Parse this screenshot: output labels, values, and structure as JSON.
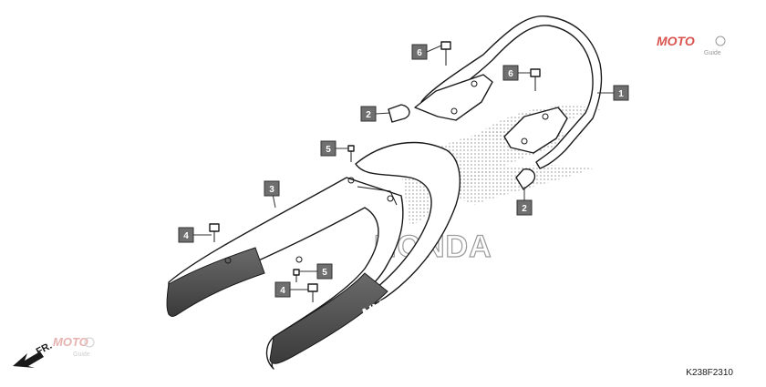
{
  "diagram": {
    "code": "K238F2310",
    "brand_watermark": "HONDA",
    "model_script": "NVX",
    "front_arrow": "FR.",
    "corner_logo": "MOTO",
    "corner_logo_sub": "Guide",
    "callouts": [
      {
        "id": "c1",
        "label": "1"
      },
      {
        "id": "c2a",
        "label": "2"
      },
      {
        "id": "c2b",
        "label": "2"
      },
      {
        "id": "c3",
        "label": "3"
      },
      {
        "id": "c4a",
        "label": "4"
      },
      {
        "id": "c4b",
        "label": "4"
      },
      {
        "id": "c5a",
        "label": "5"
      },
      {
        "id": "c5b",
        "label": "5"
      },
      {
        "id": "c6a",
        "label": "6"
      },
      {
        "id": "c6b",
        "label": "6"
      }
    ]
  }
}
